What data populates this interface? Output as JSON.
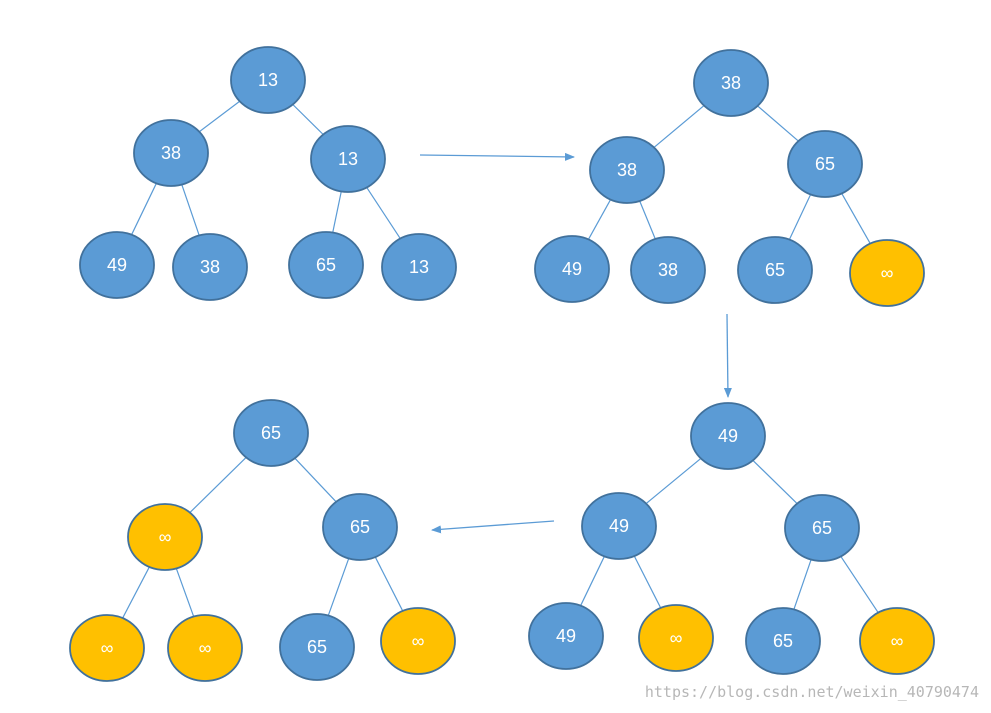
{
  "colors": {
    "node_fill": "#5b9bd5",
    "node_stroke": "#41719c",
    "infinity_fill": "#ffc000",
    "infinity_stroke": "#41719c",
    "edge": "#5b9bd5",
    "text": "#ffffff"
  },
  "trees": [
    {
      "name": "tree-1",
      "nodes": [
        {
          "label": "13",
          "kind": "value"
        },
        {
          "label": "38",
          "kind": "value"
        },
        {
          "label": "13",
          "kind": "value"
        },
        {
          "label": "49",
          "kind": "value"
        },
        {
          "label": "38",
          "kind": "value"
        },
        {
          "label": "65",
          "kind": "value"
        },
        {
          "label": "13",
          "kind": "value"
        }
      ]
    },
    {
      "name": "tree-2",
      "nodes": [
        {
          "label": "38",
          "kind": "value"
        },
        {
          "label": "38",
          "kind": "value"
        },
        {
          "label": "65",
          "kind": "value"
        },
        {
          "label": "49",
          "kind": "value"
        },
        {
          "label": "38",
          "kind": "value"
        },
        {
          "label": "65",
          "kind": "value"
        },
        {
          "label": "∞",
          "kind": "infinity"
        }
      ]
    },
    {
      "name": "tree-3",
      "nodes": [
        {
          "label": "49",
          "kind": "value"
        },
        {
          "label": "49",
          "kind": "value"
        },
        {
          "label": "65",
          "kind": "value"
        },
        {
          "label": "49",
          "kind": "value"
        },
        {
          "label": "∞",
          "kind": "infinity"
        },
        {
          "label": "65",
          "kind": "value"
        },
        {
          "label": "∞",
          "kind": "infinity"
        }
      ]
    },
    {
      "name": "tree-4",
      "nodes": [
        {
          "label": "65",
          "kind": "value"
        },
        {
          "label": "∞",
          "kind": "infinity"
        },
        {
          "label": "65",
          "kind": "value"
        },
        {
          "label": "∞",
          "kind": "infinity"
        },
        {
          "label": "∞",
          "kind": "infinity"
        },
        {
          "label": "65",
          "kind": "value"
        },
        {
          "label": "∞",
          "kind": "infinity"
        }
      ]
    }
  ],
  "watermark": "https://blog.csdn.net/weixin_40790474"
}
